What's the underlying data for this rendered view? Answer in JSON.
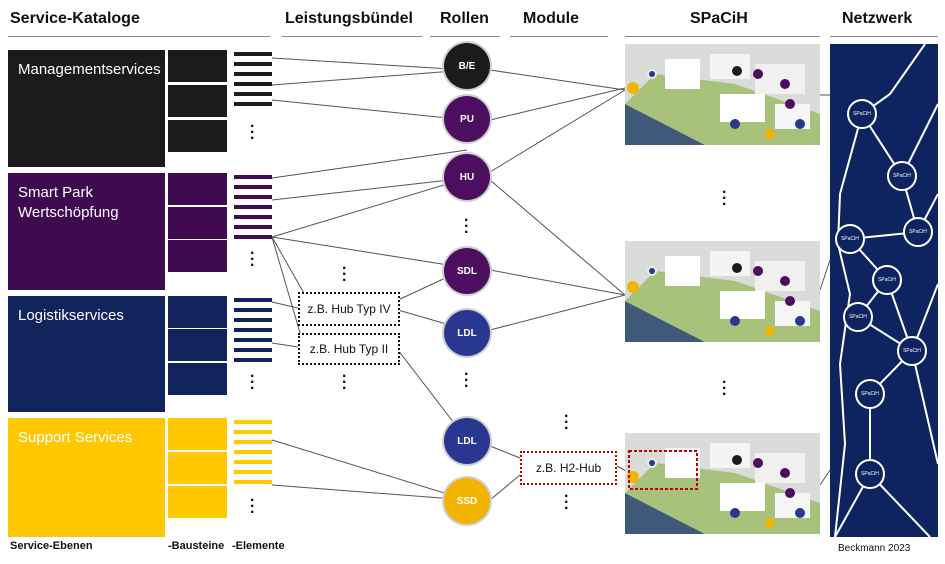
{
  "headers": {
    "catalogs": "Service-Kataloge",
    "bundles": "Leistungsbündel",
    "roles": "Rollen",
    "modules": "Module",
    "spacih": "SPaCiH",
    "network": "Netzwerk"
  },
  "catalogs": [
    {
      "label": "Managementservices",
      "color": "#1b1b1b"
    },
    {
      "label": "Smart Park Wertschöpfung",
      "color": "#3f0a4f"
    },
    {
      "label": "Logistikservices",
      "color": "#12245c"
    },
    {
      "label": "Support Services",
      "color": "#ffc800"
    }
  ],
  "roles": [
    "B/E",
    "PU",
    "HU",
    "SDL",
    "LDL",
    "LDL",
    "SSD"
  ],
  "role_colors": [
    "#1b1b1b",
    "#4c0f60",
    "#4c0f60",
    "#4c0f60",
    "#283890",
    "#283890",
    "#f2b400"
  ],
  "bundles": [
    "z.B. Hub Typ IV",
    "z.B. Hub Typ II"
  ],
  "module": "z.B. H2-Hub",
  "network_node_label": "SPaCiH",
  "footer": {
    "levels": "Service-Ebenen",
    "blocks": "-Bausteine",
    "elements": "-Elemente",
    "credit": "Beckmann 2023"
  }
}
